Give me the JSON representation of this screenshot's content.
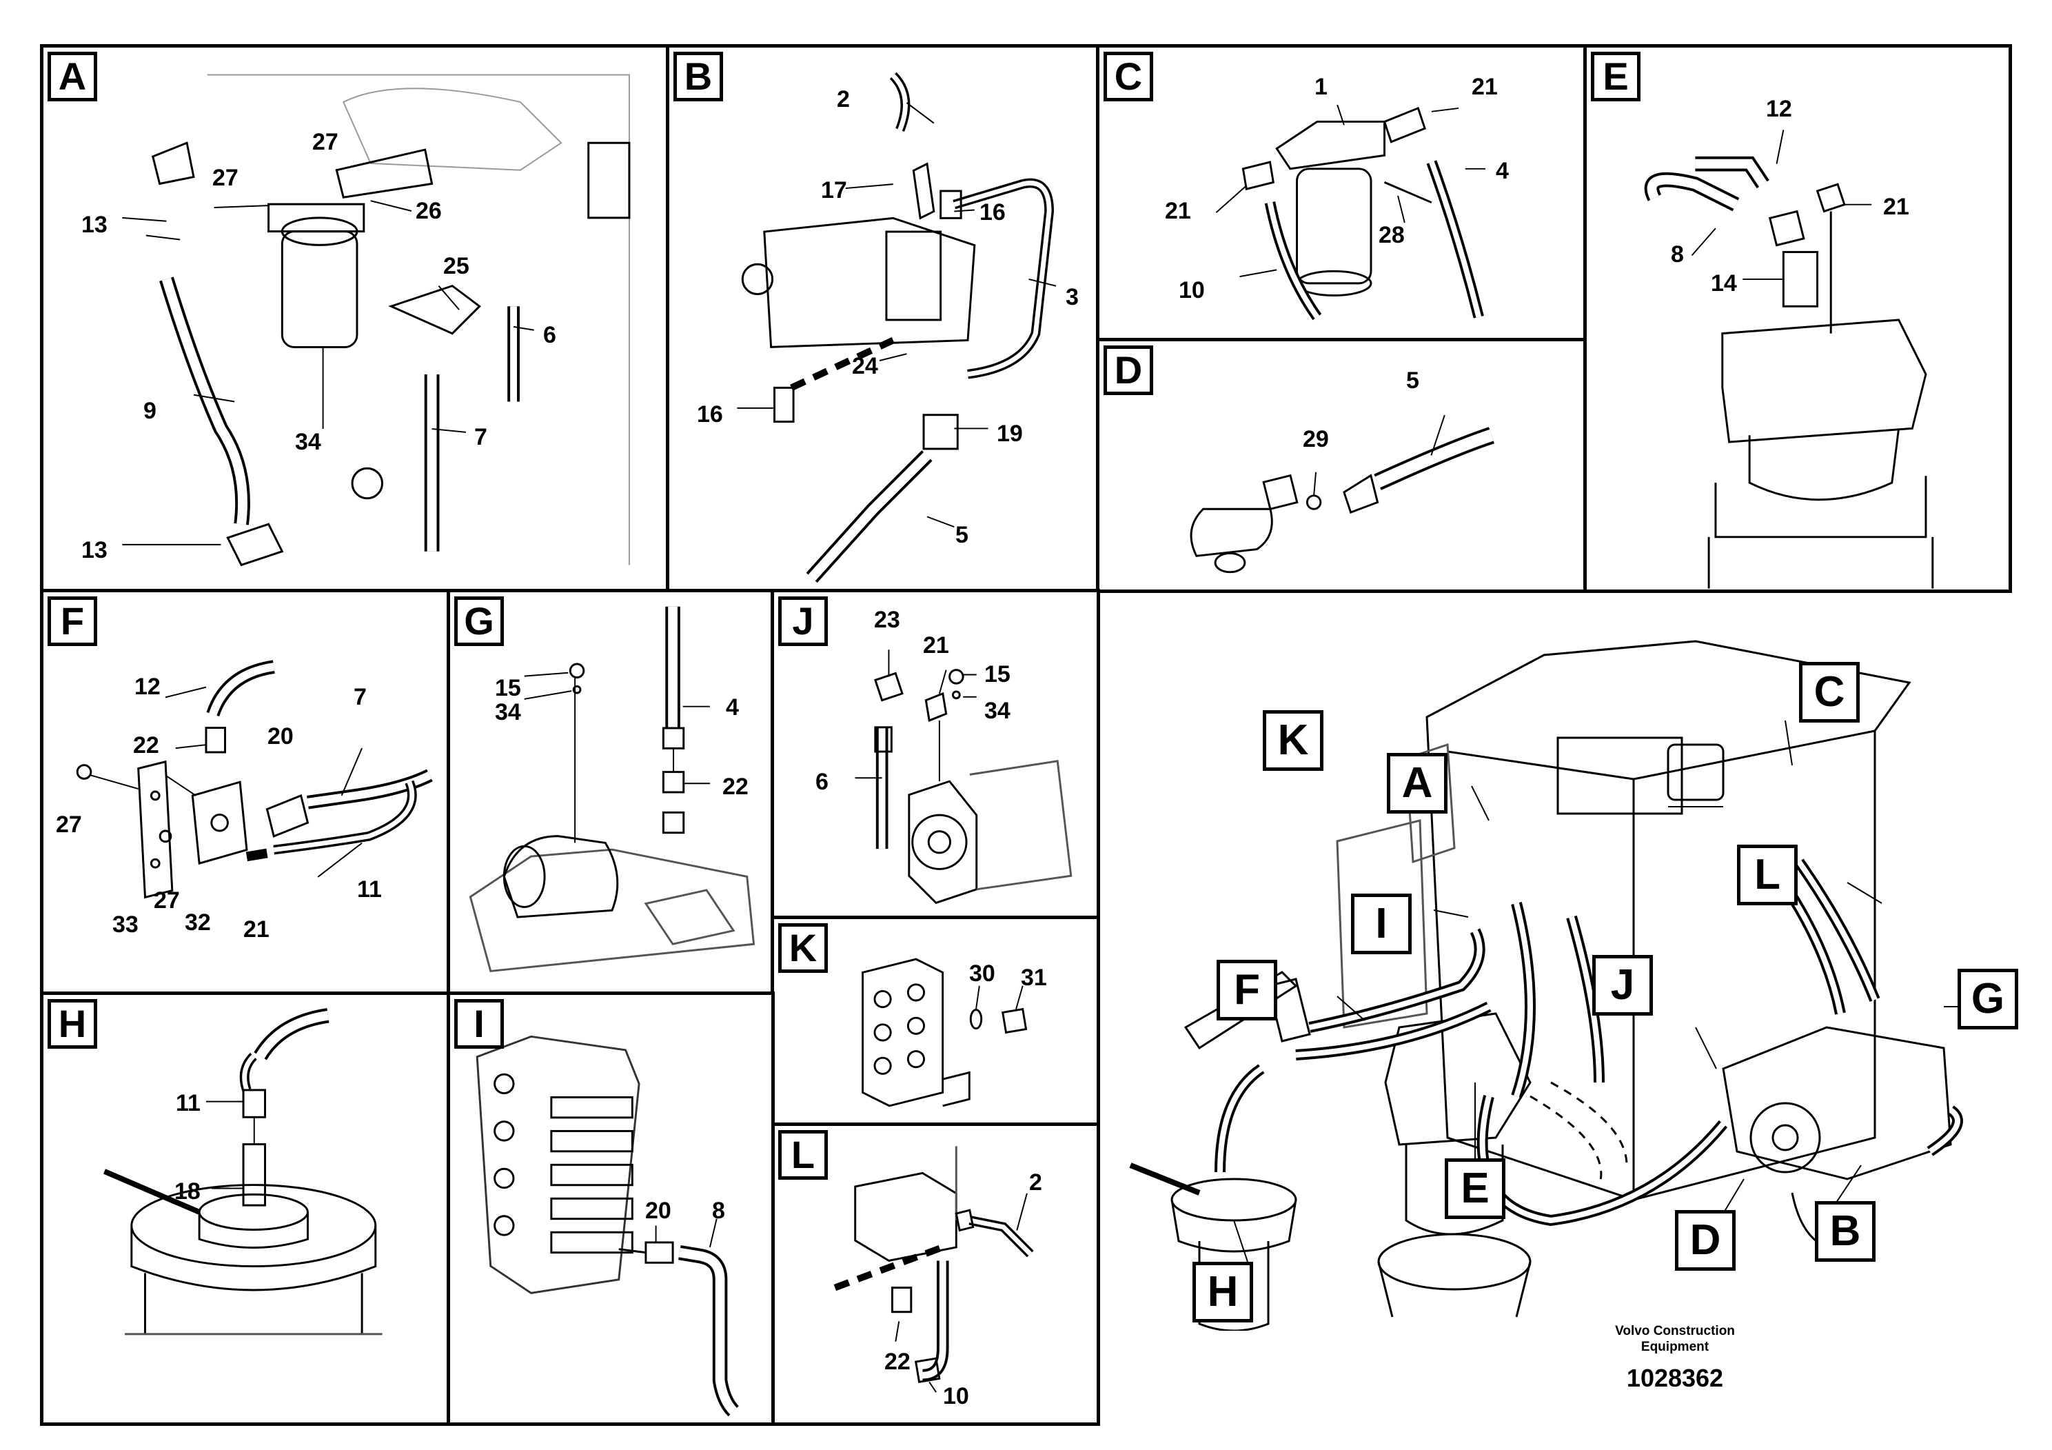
{
  "panels": {
    "A": {
      "letter": "A",
      "callouts": [
        "27",
        "27",
        "26",
        "13",
        "25",
        "6",
        "9",
        "34",
        "7",
        "13"
      ]
    },
    "B": {
      "letter": "B",
      "callouts": [
        "2",
        "17",
        "16",
        "3",
        "24",
        "16",
        "19",
        "5"
      ]
    },
    "C": {
      "letter": "C",
      "callouts": [
        "1",
        "21",
        "21",
        "4",
        "28",
        "10"
      ]
    },
    "D": {
      "letter": "D",
      "callouts": [
        "5",
        "29"
      ]
    },
    "E": {
      "letter": "E",
      "callouts": [
        "12",
        "21",
        "8",
        "14"
      ]
    },
    "F": {
      "letter": "F",
      "callouts": [
        "12",
        "22",
        "20",
        "7",
        "27",
        "27",
        "33",
        "32",
        "21",
        "11"
      ]
    },
    "G": {
      "letter": "G",
      "callouts": [
        "15",
        "34",
        "4",
        "22"
      ]
    },
    "H": {
      "letter": "H",
      "callouts": [
        "11",
        "18"
      ]
    },
    "I": {
      "letter": "I",
      "callouts": [
        "20",
        "8"
      ]
    },
    "J": {
      "letter": "J",
      "callouts": [
        "23",
        "21",
        "15",
        "34",
        "6"
      ]
    },
    "K": {
      "letter": "K",
      "callouts": [
        "30",
        "31"
      ]
    },
    "L": {
      "letter": "L",
      "callouts": [
        "2",
        "22",
        "10"
      ]
    }
  },
  "overview": {
    "keys": [
      "C",
      "K",
      "A",
      "L",
      "I",
      "F",
      "J",
      "G",
      "E",
      "D",
      "B",
      "H"
    ]
  },
  "footer": {
    "brand_line1": "Volvo Construction",
    "brand_line2": "Equipment",
    "drawing_number": "1028362"
  }
}
